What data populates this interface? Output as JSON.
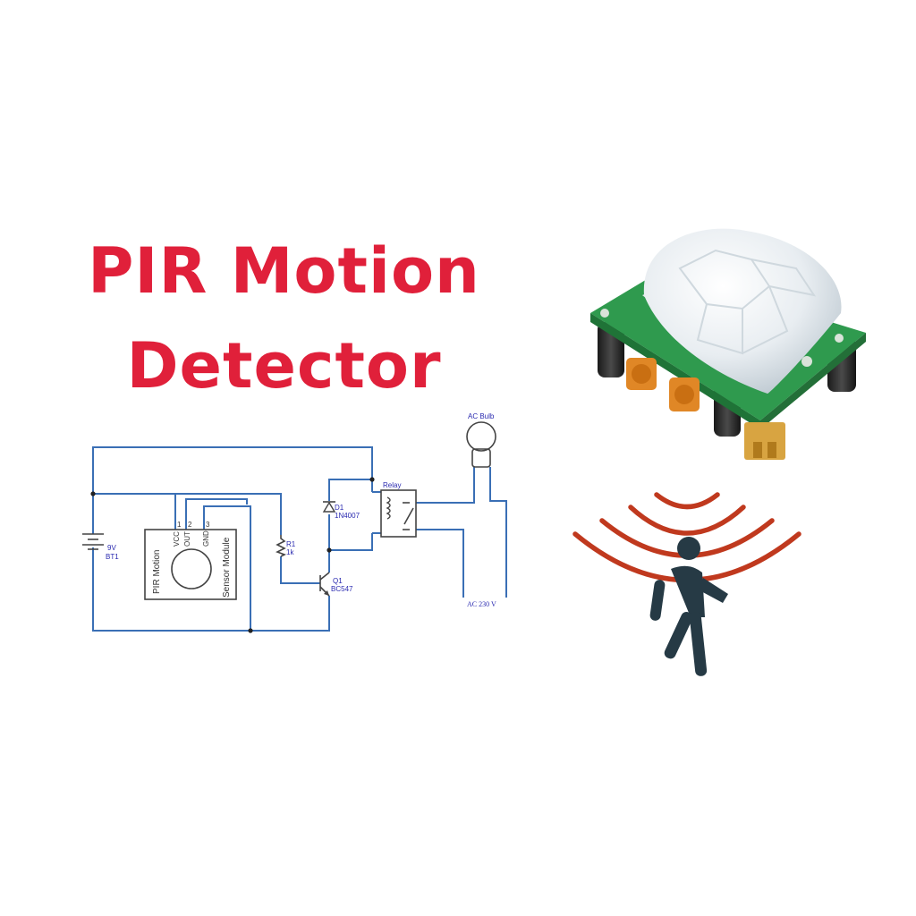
{
  "title": {
    "line1": "PIR Motion",
    "line2": "Detector"
  },
  "colors": {
    "title": "#e0203a",
    "wire": "#3a6fb5",
    "wave": "#c0391e",
    "person": "#263a45",
    "pcb": "#2f9a4e",
    "lens": "#e9eef2"
  },
  "circuit": {
    "battery": {
      "value": "9V",
      "ref": "BT1"
    },
    "sensor": {
      "name_left": "PIR Motion",
      "name_right": "Sensor Module",
      "pins": [
        "VCC",
        "OUT",
        "GND"
      ],
      "pin_numbers": [
        "1",
        "2",
        "3"
      ]
    },
    "resistor": {
      "ref": "R1",
      "value": "1k"
    },
    "diode": {
      "ref": "D1",
      "value": "1N4007"
    },
    "transistor": {
      "ref": "Q1",
      "value": "BC547"
    },
    "relay": {
      "label": "Relay"
    },
    "bulb": {
      "label": "AC Bulb"
    },
    "supply": {
      "label": "AC 230 V"
    }
  },
  "icons": {
    "module": "pir-sensor-module-icon",
    "person": "walking-person-icon",
    "waves": "motion-waves-icon"
  }
}
